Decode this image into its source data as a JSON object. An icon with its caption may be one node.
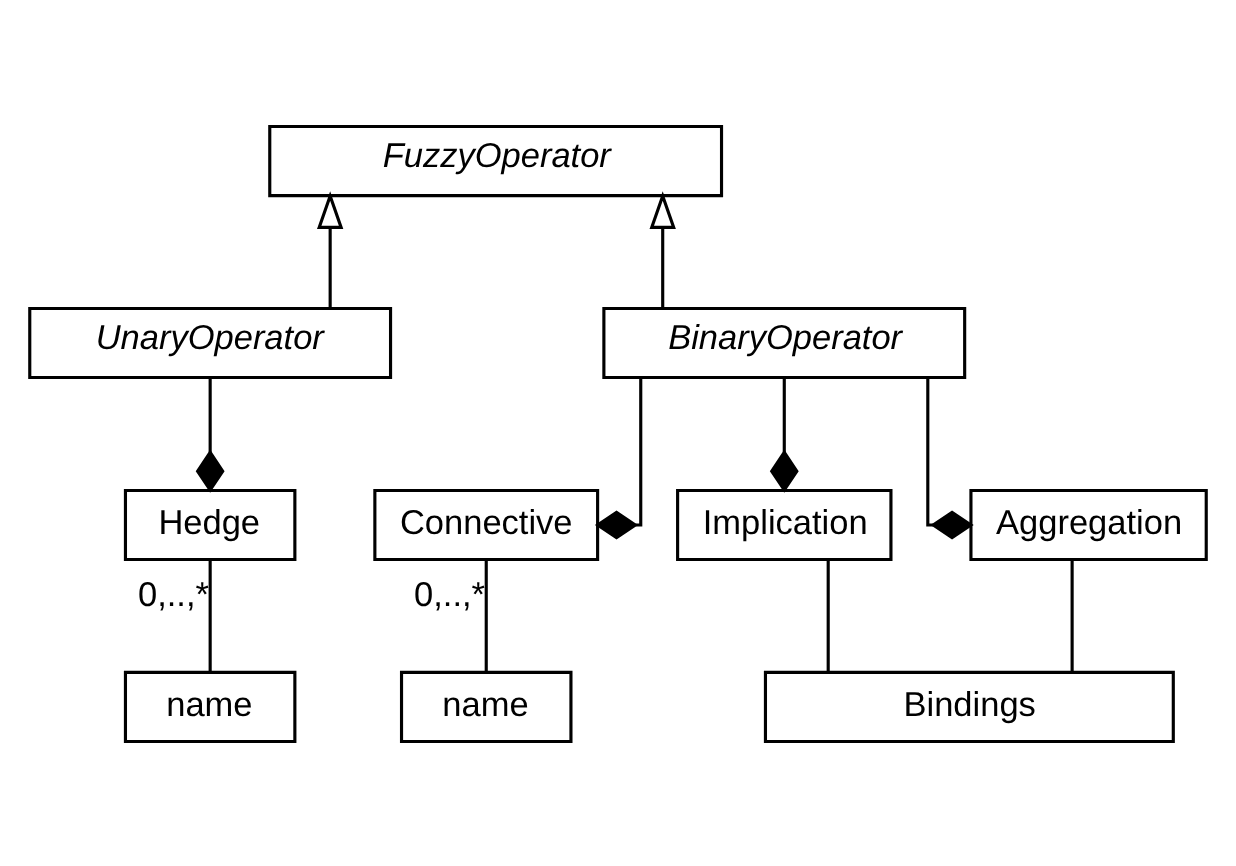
{
  "diagram": {
    "nodes": [
      {
        "text": [
          "FuzzyOperator"
        ]
      },
      {
        "text": [
          "UnaryOperator"
        ]
      },
      {
        "text": [
          "BinaryOperator"
        ]
      },
      {
        "text": [
          "Hedge"
        ]
      },
      {
        "text": [
          "Connective"
        ]
      },
      {
        "text": [
          "Implication"
        ]
      },
      {
        "text": [
          "Aggregation"
        ]
      },
      {
        "text": [
          "Bindings"
        ]
      },
      {
        "text": [
          "name"
        ]
      },
      {
        "text": [
          "name"
        ]
      }
    ],
    "edges": [
      {
        "from": 1,
        "to": 0,
        "arrow": "to"
      },
      {
        "from": 2,
        "to": 0,
        "arrow": "to"
      },
      {
        "from": 1,
        "to": 3,
        "arrow": "other"
      },
      {
        "from": 2,
        "to": 4,
        "arrow": "other"
      },
      {
        "from": 2,
        "to": 5,
        "arrow": "other"
      },
      {
        "from": 2,
        "to": 6,
        "arrow": "other"
      },
      {
        "from": 3,
        "to": 9,
        "arrow": "none",
        "label": "0,..,*"
      },
      {
        "from": 4,
        "to": 8,
        "arrow": "none",
        "label": "0,..,*"
      },
      {
        "from": 5,
        "to": 7,
        "arrow": "none"
      },
      {
        "from": 6,
        "to": 7,
        "arrow": "none"
      }
    ]
  }
}
